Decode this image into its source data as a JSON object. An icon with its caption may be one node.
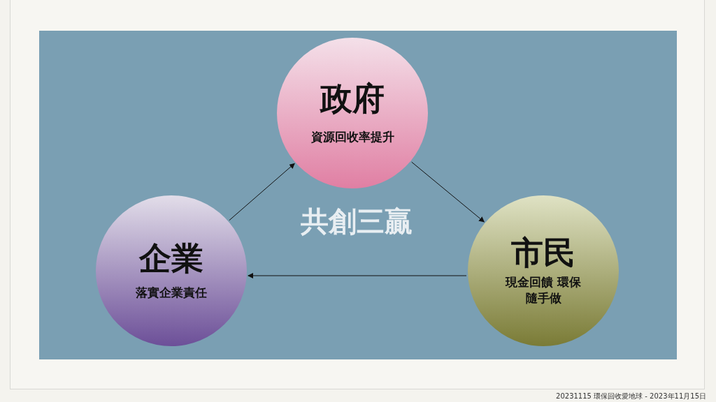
{
  "diagram": {
    "nodes": [
      {
        "text": [
          "政府",
          "資源回收率提升"
        ]
      },
      {
        "text": [
          "市民",
          "現金回饋 環保隨手做"
        ]
      },
      {
        "text": [
          "企業",
          "落實企業責任"
        ]
      }
    ],
    "edges": [
      {
        "from": 2,
        "to": 0,
        "arrow": "to"
      },
      {
        "from": 0,
        "to": 1,
        "arrow": "to"
      },
      {
        "from": 1,
        "to": 2,
        "arrow": "to"
      }
    ],
    "labels": [
      "共創三贏",
      "20231115 環保回收愛地球 - 2023年11月15日"
    ]
  }
}
